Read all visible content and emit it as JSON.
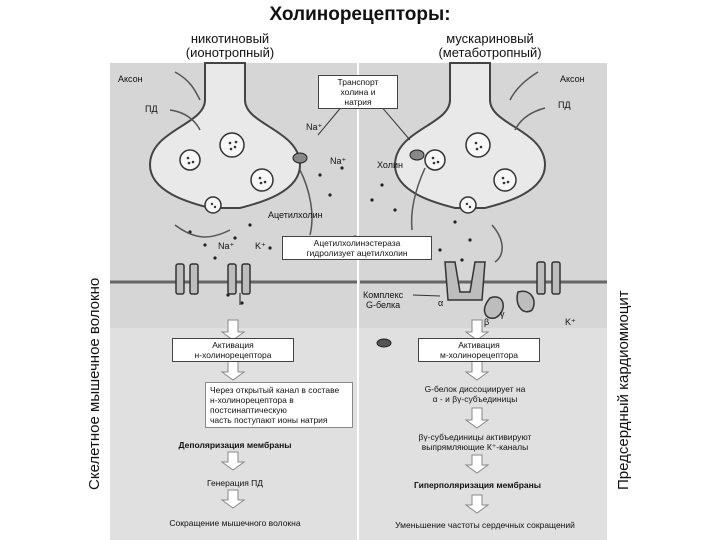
{
  "title": "Холинорецепторы:",
  "left": {
    "heading_line1": "никотиновый",
    "heading_line2": "(ионотропный)",
    "axon": "Аксон",
    "pd": "ПД",
    "cell_label": "Скелетное мышечное волокно",
    "activation_line1": "Активация",
    "activation_line2": "н-холинорецептора",
    "flow_text_line1": "Через открытый канал в составе",
    "flow_text_line2": "н-холинорецептора в постсинаптическую",
    "flow_text_line3": "часть поступают ионы натрия",
    "step1": "Деполяризация мембраны",
    "step2": "Генерация ПД",
    "step3": "Сокращение мышечного волокна"
  },
  "right": {
    "heading_line1": "мускариновый",
    "heading_line2": "(метаботропный)",
    "axon": "Аксон",
    "pd": "ПД",
    "cell_label": "Предсердный кардиомиоцит",
    "activation_line1": "Активация",
    "activation_line2": "м-холинорецептора",
    "flow_text_line1": "G-белок диссоциирует на",
    "flow_text_line2": "α - и βγ-субъединицы",
    "flow_text2_line1": "βγ-субъединицы активируют",
    "flow_text2_line2": "выпрямляющие К⁺-каналы",
    "step1": "Гиперполяризация мембраны",
    "step2": "Уменьшение частоты сердечных сокращений"
  },
  "center": {
    "transport_line1": "Транспорт",
    "transport_line2": "холина и",
    "transport_line3": "натрия",
    "na1": "Na⁺",
    "na2": "Na⁺",
    "choline": "Холин",
    "acetylcholine": "Ацетилхолин",
    "enzyme_line1": "Ацетилхолинэстераза",
    "enzyme_line2": "гидролизует ацетилхолин",
    "na3": "Na⁺",
    "k1": "K⁺",
    "complex_line1": "Комплекс",
    "complex_line2": "G-белка",
    "alpha": "α",
    "beta": "β",
    "gamma": "γ",
    "k2": "K⁺"
  }
}
